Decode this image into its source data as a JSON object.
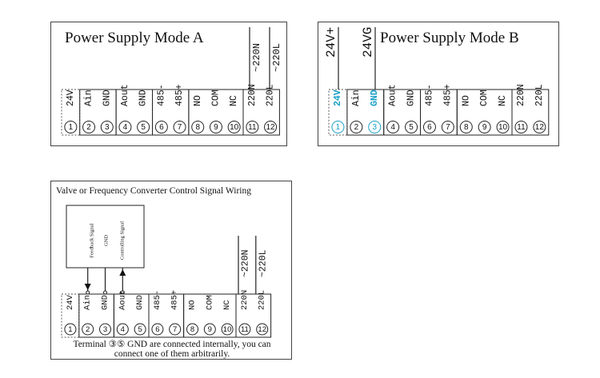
{
  "panel_a": {
    "title": "Power Supply Mode A",
    "wire_labels": [
      "~220N",
      "~220L"
    ],
    "terminals": [
      "24V",
      "Ain",
      "GND",
      "Aout",
      "GND",
      "485-",
      "485+",
      "NO",
      "COM",
      "NC",
      "220N",
      "220L"
    ],
    "numbers": [
      "1",
      "2",
      "3",
      "4",
      "5",
      "6",
      "7",
      "8",
      "9",
      "10",
      "11",
      "12"
    ]
  },
  "panel_b": {
    "title": "Power Supply Mode B",
    "wire_labels": [
      "24V+",
      "24VG"
    ],
    "terminals": [
      "24V",
      "Ain",
      "GND",
      "Aout",
      "GND",
      "485-",
      "485+",
      "NO",
      "COM",
      "NC",
      "220N",
      "220L"
    ],
    "numbers": [
      "1",
      "2",
      "3",
      "4",
      "5",
      "6",
      "7",
      "8",
      "9",
      "10",
      "11",
      "12"
    ],
    "highlight_color": "#1aa0c8"
  },
  "panel_c": {
    "title": "Valve or Frequency Converter Control Signal Wiring",
    "device_labels": [
      "Feedback Signal",
      "GND",
      "Controlling Signal"
    ],
    "wire_labels": [
      "~220N",
      "~220L"
    ],
    "terminals": [
      "24V",
      "Ain",
      "GND",
      "Aout",
      "GND",
      "485-",
      "485+",
      "NO",
      "COM",
      "NC",
      "220N",
      "220L"
    ],
    "numbers": [
      "1",
      "2",
      "3",
      "4",
      "5",
      "6",
      "7",
      "8",
      "9",
      "10",
      "11",
      "12"
    ],
    "note_line1": "Terminal ③⑤ GND are connected internally, you can",
    "note_line2": "connect one of them arbitrarily."
  }
}
